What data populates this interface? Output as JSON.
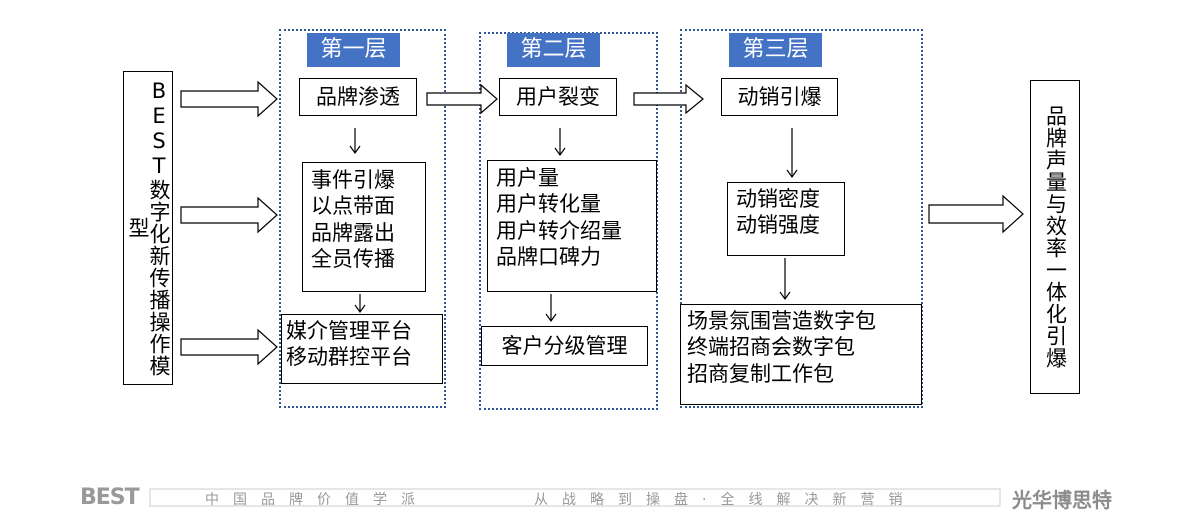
{
  "model_title": "BEST数字化新传播操作模型",
  "layers": [
    {
      "header": "第一层",
      "top": "品牌渗透",
      "middle": [
        "事件引爆",
        "以点带面",
        "品牌露出",
        "全员传播"
      ],
      "bottom": [
        "媒介管理平台",
        "移动群控平台"
      ]
    },
    {
      "header": "第二层",
      "top": "用户裂变",
      "middle": [
        "用户量",
        "用户转化量",
        "用户转介绍量",
        "品牌口碑力"
      ],
      "bottom": [
        "客户分级管理"
      ]
    },
    {
      "header": "第三层",
      "top": "动销引爆",
      "middle": [
        "动销密度",
        "动销强度"
      ],
      "bottom": [
        "场景氛围营造数字包",
        "终端招商会数字包",
        "招商复制工作包"
      ]
    }
  ],
  "outcome": "品牌声量与效率一体化引爆",
  "footer": {
    "logo": "BEST",
    "slogan_left": "中国品牌价值学派",
    "slogan_right": "从战略到操盘·全线解决新营销",
    "company": "光华博思特"
  },
  "colors": {
    "header_bg": "#4472c4",
    "panel_border": "#2f5597",
    "footer_text": "#999999"
  }
}
